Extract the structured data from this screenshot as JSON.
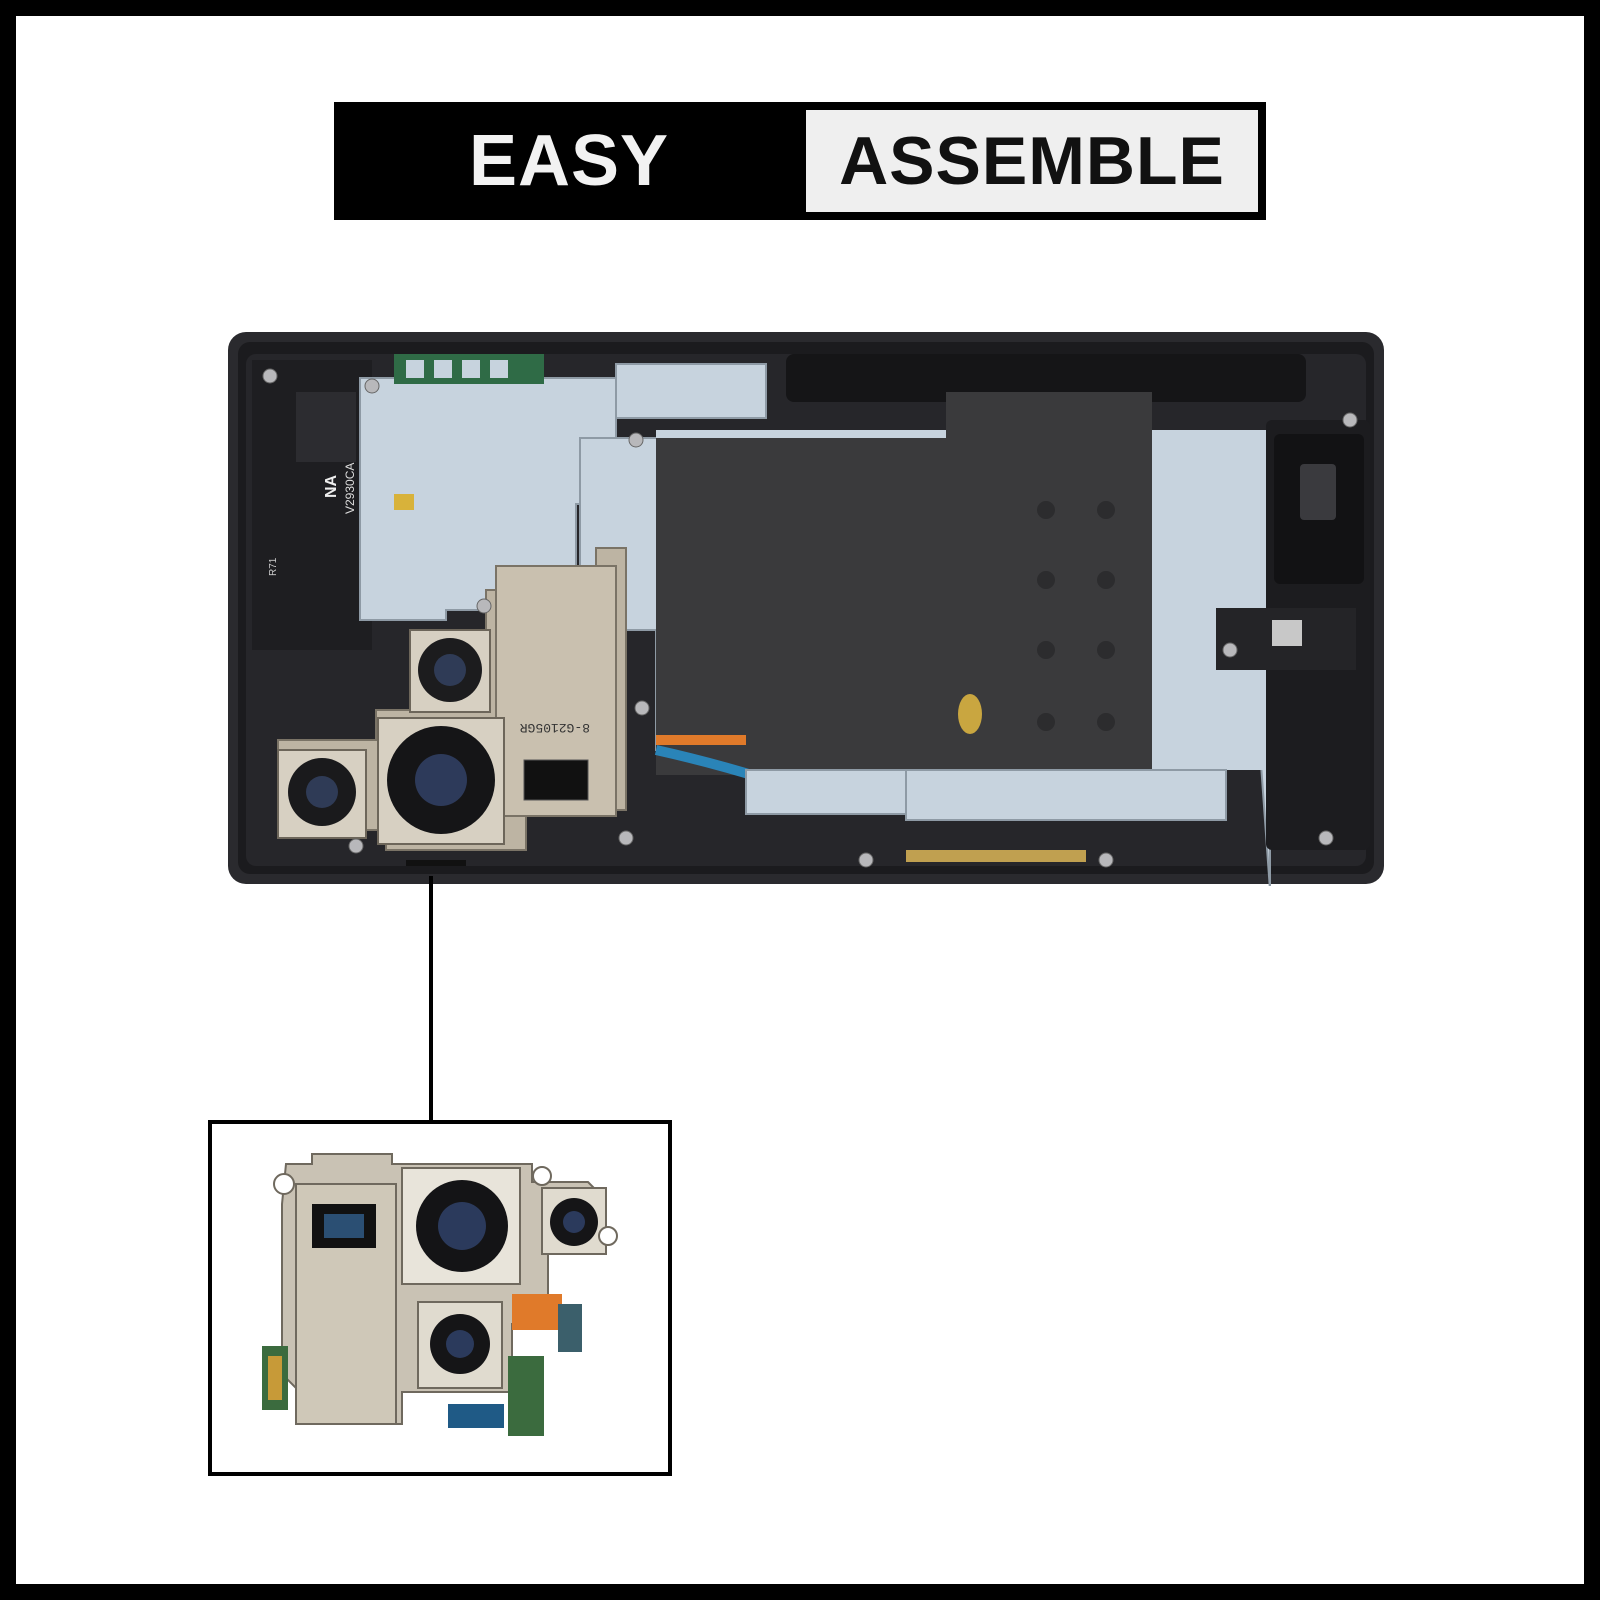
{
  "banner": {
    "left_label": "EASY",
    "right_label": "ASSEMBLE"
  },
  "phone_markings": {
    "board_code": "V2930CA",
    "region": "NA",
    "board_rev": "R71",
    "module_code": "8-G2105GR"
  },
  "colors": {
    "frame": "#2a2a2e",
    "shield": "#c7d3de",
    "coil": "#3a3a3c",
    "flex": "#e07a2a",
    "camera_metal": "#bdb4a3"
  },
  "icons": [
    "camera-lens-icon",
    "screw-icon"
  ]
}
